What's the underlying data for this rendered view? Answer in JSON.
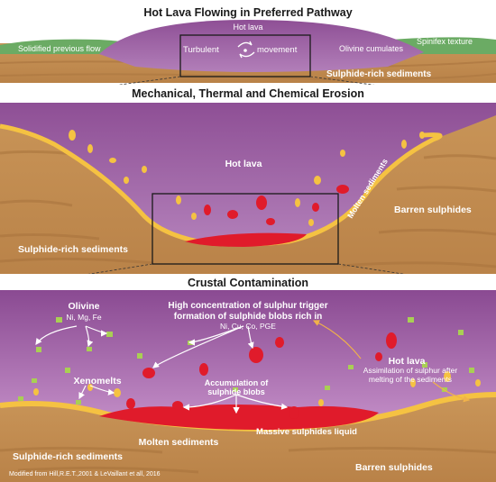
{
  "panel1": {
    "title": "Hot Lava Flowing in Preferred Pathway",
    "hot_lava": "Hot lava",
    "turbulent": "Turbulent",
    "movement": "movement",
    "solidified": "Solidified previous flow",
    "olivine_cumulates": "Olivine cumulates",
    "spinifex": "Spinifex texture",
    "sulphide_rich": "Sulphide-rich sediments"
  },
  "panel2": {
    "title": "Mechanical, Thermal and Chemical Erosion",
    "hot_lava": "Hot lava",
    "molten_sediments": "Molten sediments",
    "barren_sulphides": "Barren sulphides",
    "sulphide_rich": "Sulphide-rich sediments"
  },
  "panel3": {
    "title": "Crustal Contamination",
    "olivine": "Olivine",
    "olivine_elements": "Ni, Mg, Fe",
    "high_conc_line1": "High concentration of sulphur trigger",
    "high_conc_line2": "formation of sulphide blobs rich in",
    "high_conc_elements": "Ni, Cu, Co, PGE",
    "xenomelts": "Xenomelts",
    "accumulation_line1": "Accumulation of",
    "accumulation_line2": "sulphide blobs",
    "hot_lava": "Hot lava",
    "assimilation_line1": "Assimilation of sulphur after",
    "assimilation_line2": "melting of the sediments",
    "massive_sulphides": "Massive sulphides liquid",
    "molten_sediments": "Molten sediments",
    "sulphide_rich": "Sulphide-rich sediments",
    "barren_sulphides": "Barren sulphides"
  },
  "footer": {
    "credit": "Modified from Hill,R.E.T.,2001 & LeVaillant et all, 2016"
  },
  "colors": {
    "lava": "#9a5aa0",
    "lava_light": "#b884be",
    "sediment": "#c8935a",
    "sediment_dark": "#a8733d",
    "molten": "#f5c242",
    "sulphide": "#e01b2b",
    "olivine": "#a9cf54",
    "green_layer": "#6bab64",
    "title": "#1a1a1a"
  }
}
